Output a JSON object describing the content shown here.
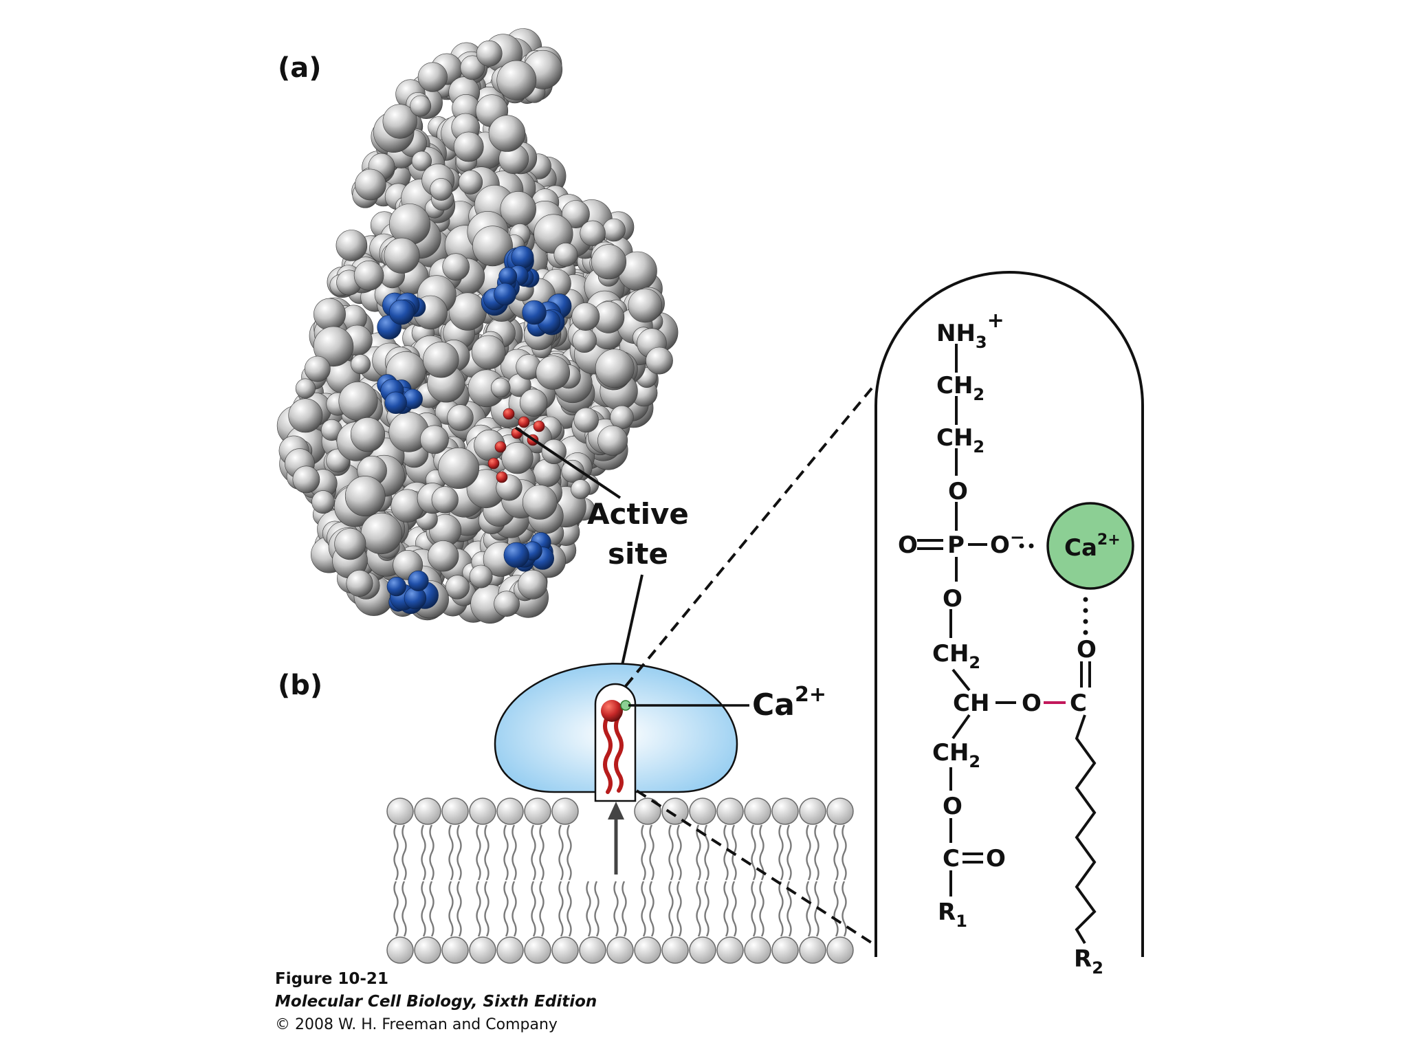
{
  "panel_a": {
    "label": "(a)"
  },
  "panel_b": {
    "label": "(b)",
    "ca_label": "Ca",
    "ca_sup": "2+"
  },
  "active_site": {
    "line1": "Active",
    "line2": "site"
  },
  "structure": {
    "nh3": "NH",
    "nh3_sub": "3",
    "nh3_charge": "+",
    "ch2_a": "CH",
    "ch2_a_sub": "2",
    "ch2_b": "CH",
    "ch2_b_sub": "2",
    "o1": "O",
    "phosphate_o_left": "O",
    "p": "P",
    "o_minus": "O",
    "o_minus_sup": "−",
    "o2": "O",
    "ch2_c": "CH",
    "ch2_c_sub": "2",
    "ch": "CH",
    "o_ester": "O",
    "c2": "C",
    "o_carbonyl2": "O",
    "ch2_d": "CH",
    "ch2_d_sub": "2",
    "o3": "O",
    "c1": "C",
    "o_carbonyl1": "O",
    "r1": "R",
    "r1_sub": "1",
    "r2": "R",
    "r2_sub": "2",
    "ion": "Ca",
    "ion_sup": "2+"
  },
  "colors": {
    "protein_gray": "#b8b8b8",
    "residue_blue": "#1f4fa8",
    "active_red": "#c62828",
    "enzyme_blue": "#9fd3f2",
    "calcium_green": "#8ccf94",
    "bond_red": "#c2185b"
  },
  "caption": {
    "title": "Figure 10-21",
    "book": "Molecular Cell Biology, Sixth Edition",
    "copyright": "© 2008 W. H. Freeman and Company"
  }
}
